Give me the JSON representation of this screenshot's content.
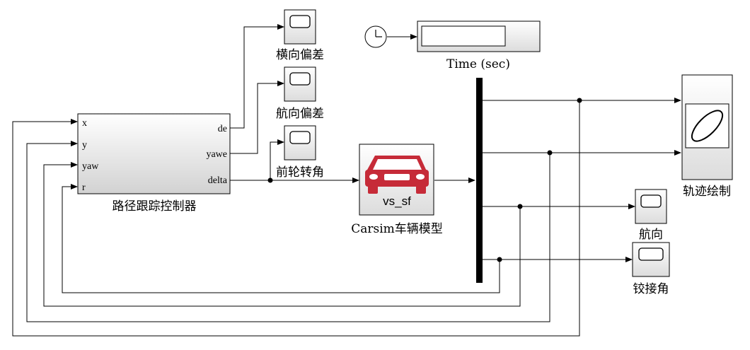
{
  "colors": {
    "wire": "#000000",
    "block_border": "#000000",
    "mux_bar": "#000000",
    "car_icon": "#c62b38",
    "block_gradient_bottom": "#d2d2d2"
  },
  "controller": {
    "name": "路径跟踪控制器",
    "inputs": [
      "x",
      "y",
      "yaw",
      "r"
    ],
    "outputs": [
      "de",
      "yawe",
      "delta"
    ]
  },
  "scopes": {
    "lateral_error": "横向偏差",
    "heading_error": "航向偏差",
    "front_wheel_angle": "前轮转角",
    "heading": "航向",
    "articulation_angle": "铰接角"
  },
  "clock": {
    "icon": "clock-icon",
    "display_label": "Time (sec)"
  },
  "carsim": {
    "block_name": "Carsim车辆模型",
    "sfunction": "vs_sf",
    "icon": "car-icon"
  },
  "xy_graph": {
    "name": "轨迹绘制",
    "icon": "ellipse-plot-icon"
  }
}
